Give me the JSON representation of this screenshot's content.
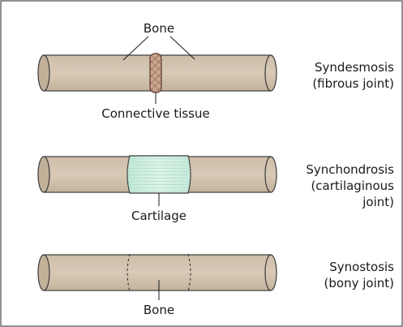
{
  "diagram": {
    "top": {
      "label_above": "Bone",
      "label_below": "Connective tissue",
      "type_line1": "Syndesmosis",
      "type_line2": "(fibrous joint)"
    },
    "middle": {
      "label_below": "Cartilage",
      "type_line1": "Synchondrosis",
      "type_line2": "(cartilaginous",
      "type_line3": "joint)"
    },
    "bottom": {
      "label_below": "Bone",
      "type_line1": "Synostosis",
      "type_line2": "(bony joint)"
    },
    "colors": {
      "bone_fill": "#d3c4b0",
      "bone_shadow": "#b9a891",
      "outline": "#3a3a3a",
      "cartilage": "#cfeedd",
      "fibrous_band": "#c9a48f",
      "frame": "#4a4a4a"
    }
  }
}
